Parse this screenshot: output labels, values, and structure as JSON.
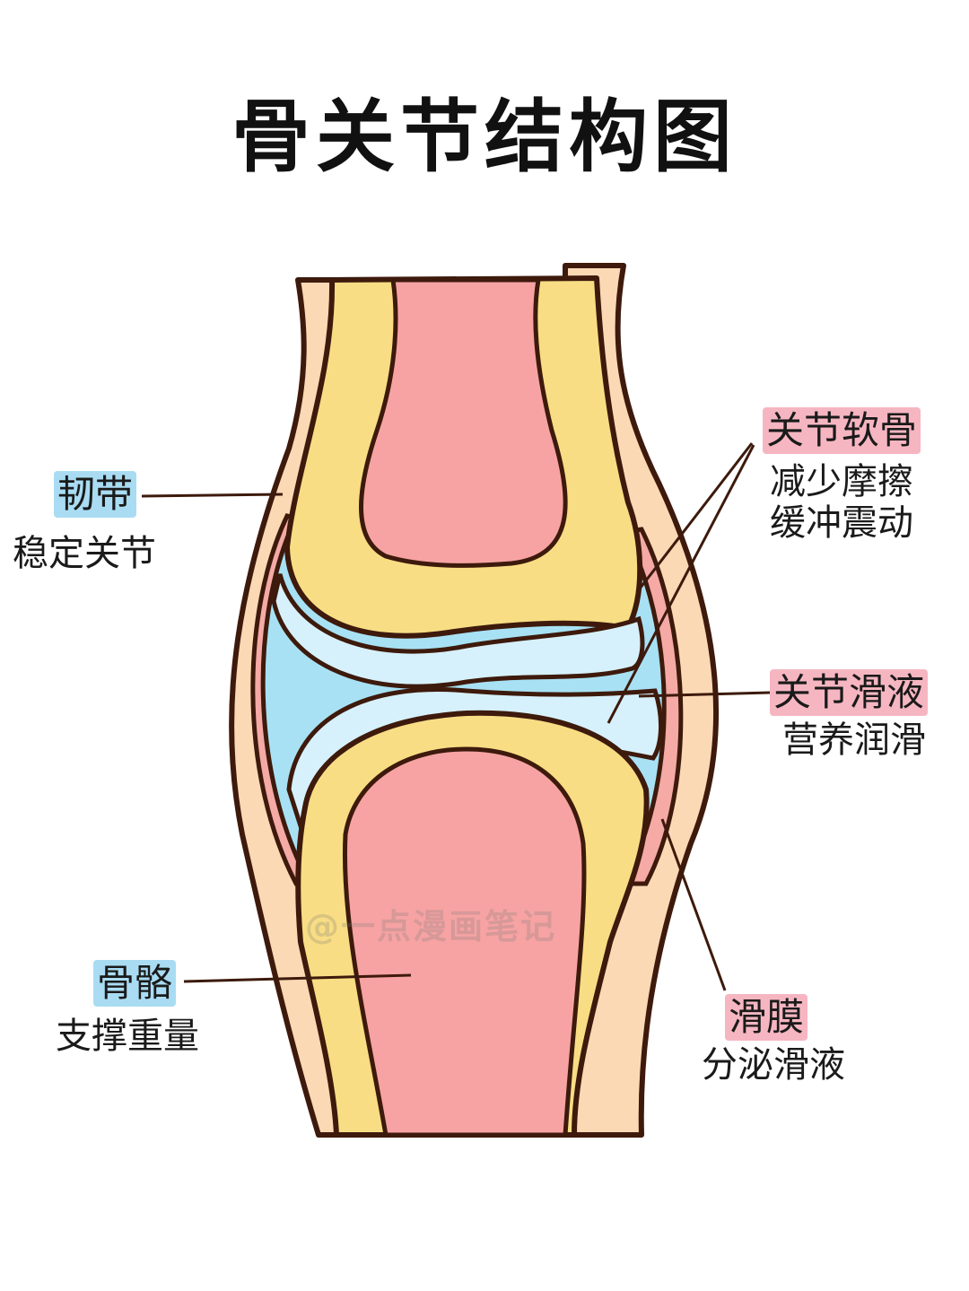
{
  "title": "骨关节结构图",
  "watermark": "@一点漫画笔记",
  "labels": {
    "ligament": {
      "name": "韧带",
      "desc": "稳定关节"
    },
    "cartilage": {
      "name": "关节软骨",
      "desc": [
        "减少摩擦",
        "缓冲震动"
      ]
    },
    "synovial_fluid": {
      "name": "关节滑液",
      "desc": "营养润滑"
    },
    "bone": {
      "name": "骨骼",
      "desc": "支撑重量"
    },
    "synovium": {
      "name": "滑膜",
      "desc": "分泌滑液"
    }
  },
  "colors": {
    "outline": "#3d1a0c",
    "ligament": "#fbd9b5",
    "bone_yellow": "#f8dd84",
    "marrow_pink": "#f7a3a3",
    "synovial_blue": "#a8e1f4",
    "cartilage_light": "#d6f1fb",
    "synovium_pink": "#f5aaa6",
    "tag_blue": "#a9dcf3",
    "tag_pink": "#f6b6c1"
  }
}
